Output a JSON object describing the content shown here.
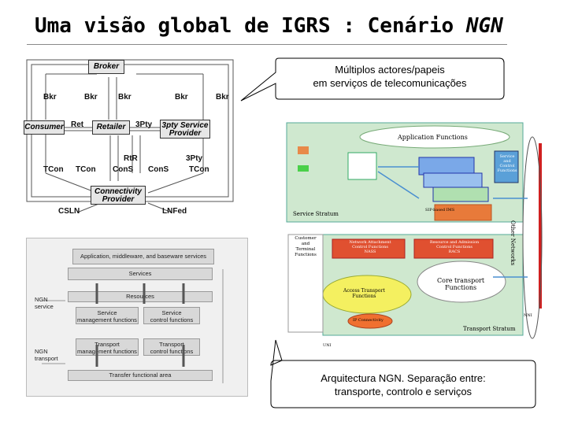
{
  "title": {
    "main": "Uma visão global de IGRS : Cenário ",
    "emph": "NGN"
  },
  "actors": {
    "broker": "Broker",
    "consumer": "Consumer",
    "retailer": "Retailer",
    "third_party": [
      "3pty Service",
      "Provider"
    ],
    "connectivity": [
      "Connectivity",
      "Provider"
    ],
    "labels": {
      "bkr": "Bkr",
      "ret": "Ret",
      "three_pty_left": "3Pty",
      "three_pty_right": "3Pty",
      "rtr": "RtR",
      "tcon": "TCon",
      "cons": "ConS",
      "csln": "CSLN",
      "lnfed": "LNFed"
    }
  },
  "callout_top": [
    "Múltiplos actores/papeis",
    "em serviços de telecomunicações"
  ],
  "callout_bottom": [
    "Arquitectura NGN. Separação entre:",
    "transporte, controlo e serviços"
  ],
  "ngn_layers": {
    "top": "Application, middleware, and baseware services",
    "services": "Services",
    "resources": "Resources",
    "service_mgmt": [
      "Service",
      "management functions"
    ],
    "service_ctrl": [
      "Service",
      "control functions"
    ],
    "transport_mgmt": [
      "Transport",
      "management functions"
    ],
    "transport_ctrl": [
      "Transport",
      "control functions"
    ],
    "transfer": "Transfer functional area",
    "ngn_service": [
      "NGN",
      "service"
    ],
    "ngn_transport": [
      "NGN",
      "transport"
    ]
  },
  "ngn_arch": {
    "application_functions": "Application Functions",
    "other_networks": "Other Networks",
    "service_stratum": "Service Stratum",
    "transport_stratum": "Transport Stratum",
    "core_transport": [
      "Core transport",
      "Functions"
    ],
    "access_transport": [
      "Access Transport",
      "Functions"
    ],
    "nacf": [
      "Network Attachment",
      "Control Functions",
      "NASS"
    ],
    "racf": [
      "Resource and Admission",
      "Control Functions",
      "RACS"
    ],
    "service_control": [
      "Service",
      "and",
      "Control",
      "Functions"
    ],
    "customer_functions": [
      "Customer",
      "and",
      "Terminal",
      "Functions"
    ],
    "sip_ims": "SIP-based IMS",
    "ip_connectivity": "IP Connectivity",
    "uni": "UNI",
    "nni": "NNI"
  }
}
